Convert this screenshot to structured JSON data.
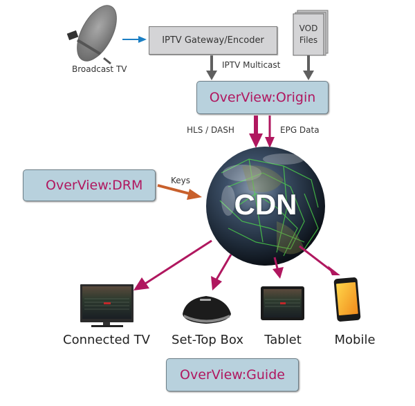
{
  "diagram": {
    "sources": {
      "broadcast_label": "Broadcast TV",
      "gateway_label": "IPTV Gateway/Encoder",
      "vod_label_line1": "VOD",
      "vod_label_line2": "Files",
      "multicast_label": "IPTV Multicast"
    },
    "origin": {
      "label": "OverView:Origin"
    },
    "origin_to_cdn": {
      "hls_label": "HLS / DASH",
      "epg_label": "EPG Data"
    },
    "drm": {
      "label": "OverView:DRM",
      "keys_label": "Keys"
    },
    "cdn": {
      "label": "CDN"
    },
    "devices": [
      {
        "label": "Connected TV"
      },
      {
        "label": "Set-Top Box"
      },
      {
        "label": "Tablet"
      },
      {
        "label": "Mobile"
      }
    ],
    "guide": {
      "label": "OverView:Guide"
    },
    "colors": {
      "accent": "#b0175f",
      "arrow_magenta": "#b0175f",
      "arrow_gray": "#5f5f5f",
      "arrow_blue": "#1b7fc4",
      "arrow_orange": "#c8602c",
      "box_blue": "#b8d1dd",
      "box_gray": "#d4d4d6"
    }
  }
}
